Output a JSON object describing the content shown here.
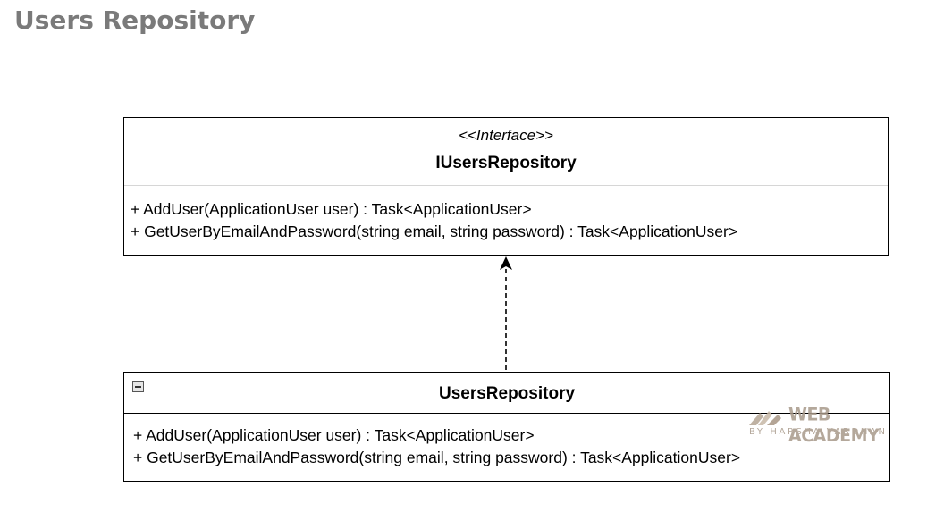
{
  "page": {
    "title": "Users Repository"
  },
  "interface_class": {
    "stereotype": "<<Interface>>",
    "name": "IUsersRepository",
    "members": [
      "+ AddUser(ApplicationUser user) : Task<ApplicationUser>",
      "+ GetUserByEmailAndPassword(string email, string password) : Task<ApplicationUser>"
    ]
  },
  "implementation_class": {
    "name": "UsersRepository",
    "members": [
      "+ AddUser(ApplicationUser user) : Task<ApplicationUser>",
      "+ GetUserByEmailAndPassword(string email, string password) : Task<ApplicationUser>"
    ]
  },
  "relationship": {
    "type": "realization",
    "line_style": "dashed"
  },
  "watermark": {
    "name": "WEB ACADEMY",
    "subtitle": "BY HARSHA VARDHAN"
  }
}
